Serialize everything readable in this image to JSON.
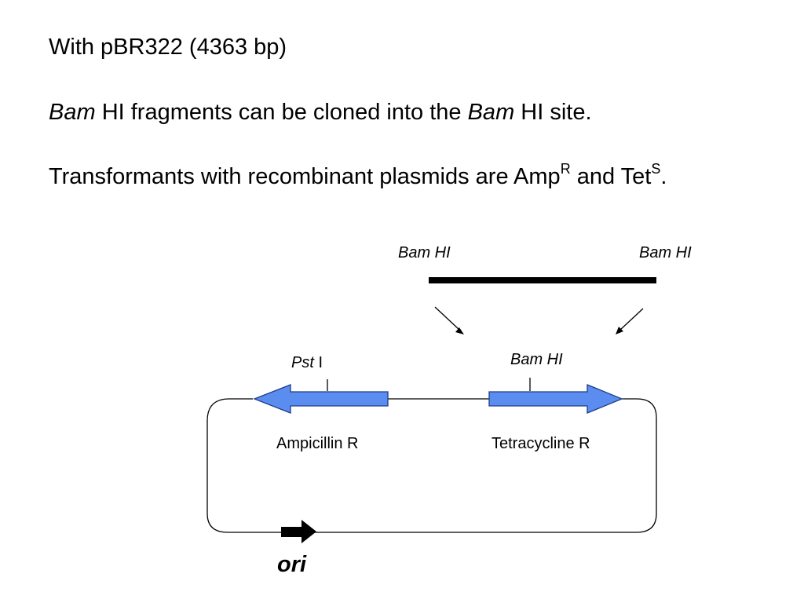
{
  "intro": {
    "line1": "With pBR322 (4363 bp)",
    "line2": {
      "part1_italic": "Bam",
      "part2": " HI fragments can be cloned into the ",
      "part3_italic": "Bam",
      "part4": " HI site."
    },
    "line3": {
      "part1": "Transformants with recombinant plasmids are Amp",
      "sup1": "R",
      "part2": " and Tet",
      "sup2": "S",
      "part3": "."
    }
  },
  "diagram": {
    "insert_left_site": "Bam HI",
    "insert_right_site": "Bam HI",
    "pst_italic": "Pst",
    "pst_roman": " I",
    "tet_site": "Bam HI",
    "amp_label": "Ampicillin R",
    "tet_label": "Tetracycline R",
    "ori_label": "ori"
  },
  "colors": {
    "gene_fill": "#5b8cf0",
    "gene_stroke": "#1f3d8a",
    "line": "#000000"
  }
}
